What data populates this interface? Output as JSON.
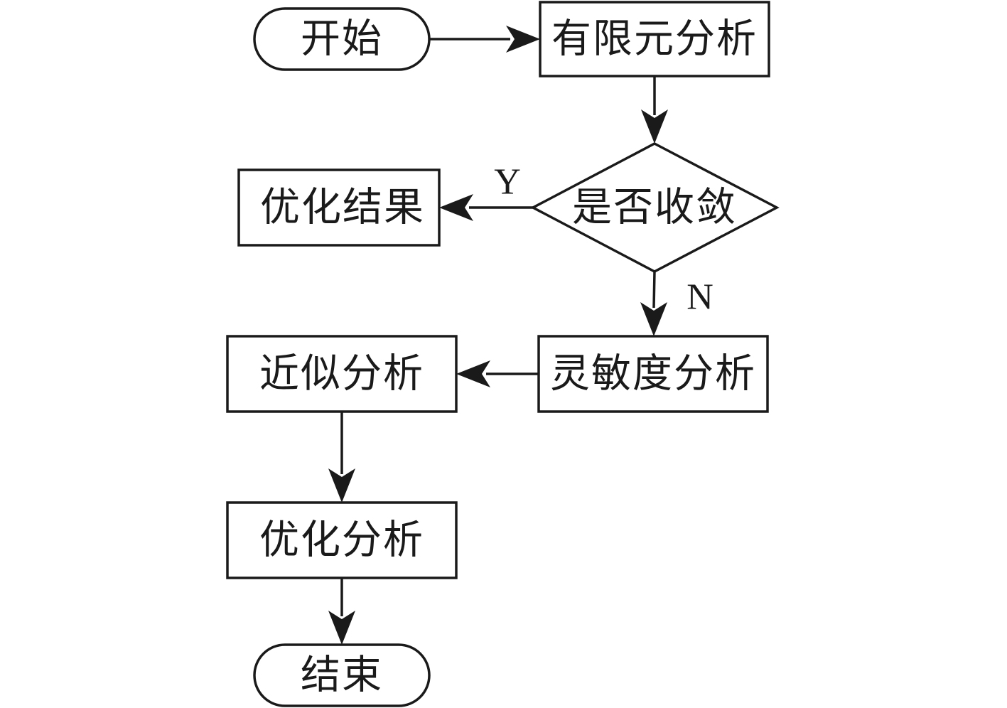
{
  "nodes": {
    "start": "开始",
    "fea": "有限元分析",
    "converge": "是否收敛",
    "result": "优化结果",
    "sensitivity": "灵敏度分析",
    "approx": "近似分析",
    "optimize": "优化分析",
    "end": "结束"
  },
  "edge_labels": {
    "yes": "Y",
    "no": "N"
  },
  "colors": {
    "stroke": "#1a1a1a",
    "fill": "#ffffff",
    "background": "#ffffff"
  }
}
